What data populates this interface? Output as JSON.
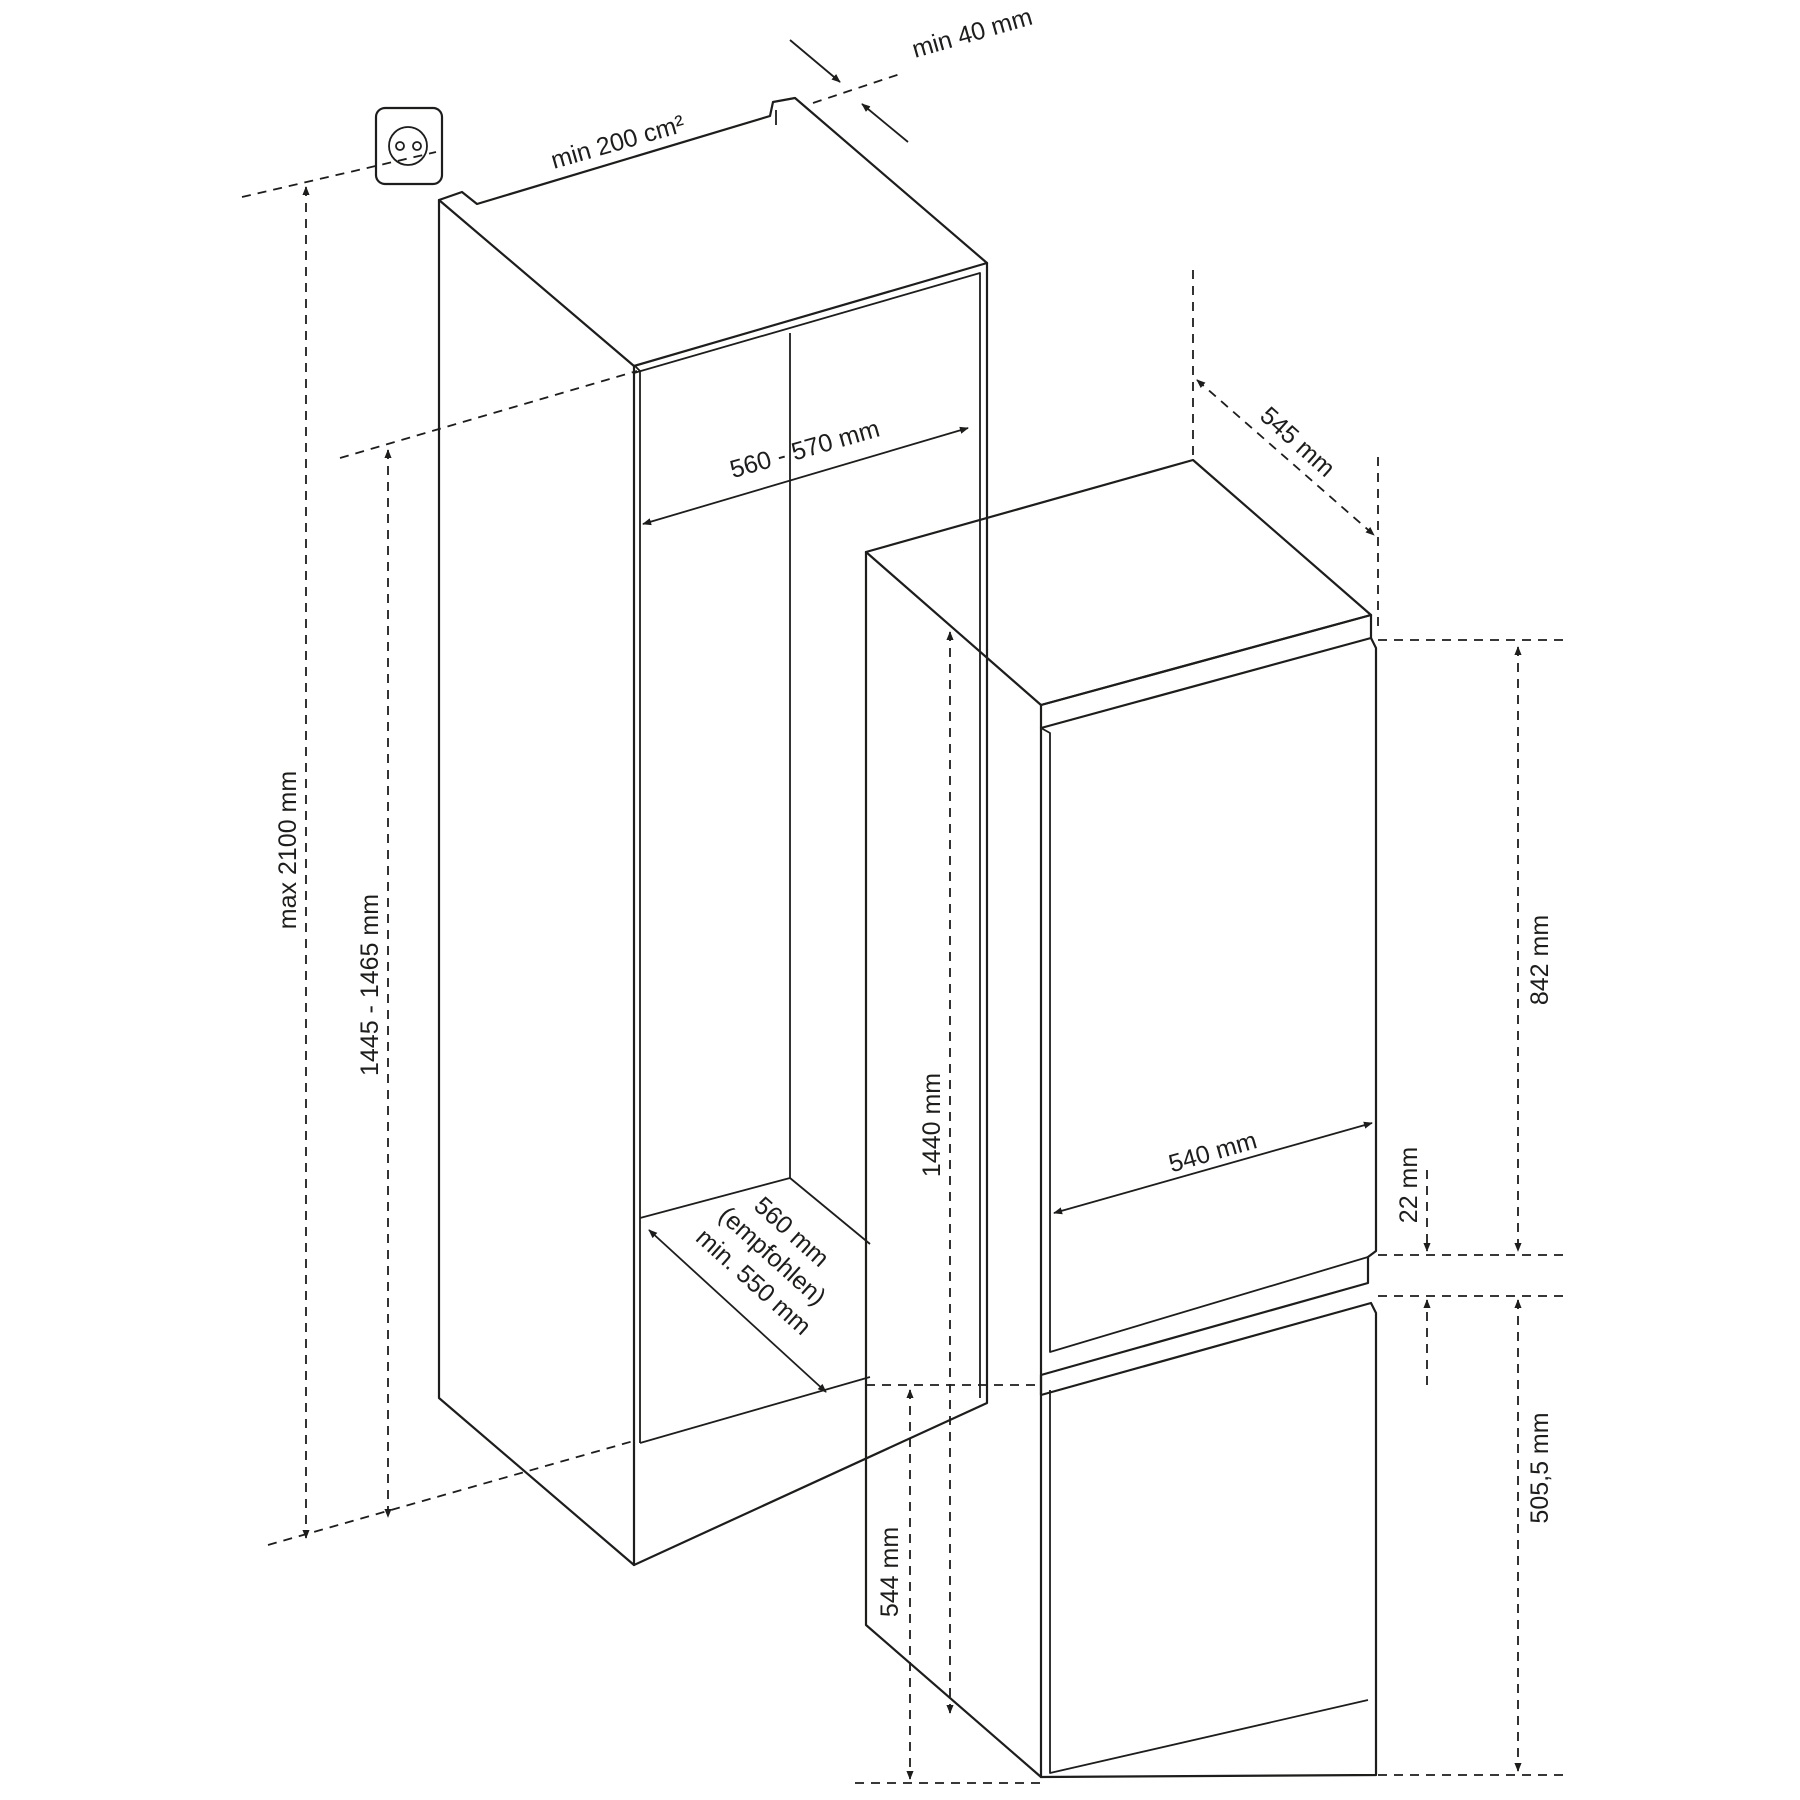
{
  "labels": {
    "min_40": "min 40 mm",
    "min_200": "min 200 cm²",
    "max_2100": "max 2100 mm",
    "h_1445_1465": "1445 - 1465 mm",
    "w_560_570": "560 - 570 mm",
    "d_560_line1": "560 mm",
    "d_560_line2": "(empfohlen)",
    "d_560_line3": "min. 550 mm",
    "d_545": "545 mm",
    "h_842": "842 mm",
    "w_540": "540 mm",
    "g_22": "22 mm",
    "h_1440": "1440 mm",
    "h_505": "505,5 mm",
    "h_544": "544 mm"
  }
}
